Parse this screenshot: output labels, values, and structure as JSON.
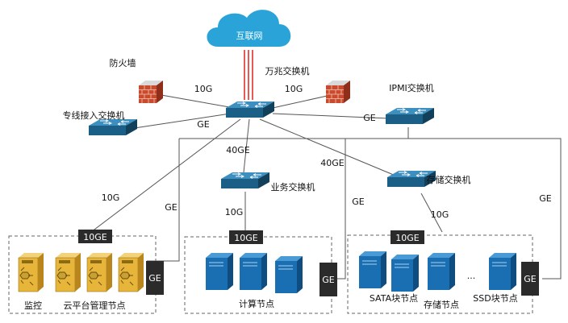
{
  "colors": {
    "cloud": "#2aa4d8",
    "switch": "#1c5f86",
    "server_blue": "#1a6fb3",
    "server_gold": "#e6b53a",
    "tag_dark": "#2b2b2b",
    "uplink_red": "#e0312b",
    "firewall": "#c94a2c"
  },
  "labels": {
    "internet": "互联网",
    "firewall": "防火墙",
    "core_switch": "万兆交换机",
    "dedicated_switch": "专线接入交换机",
    "ipmi_switch": "IPMI交换机",
    "biz_switch": "业务交换机",
    "storage_switch": "存储交换机",
    "monitor": "监控",
    "cloud_mgmt": "云平台管理节点",
    "compute": "计算节点",
    "sata": "SATA块节点",
    "storage_node": "存储节点",
    "ssd": "SSD块节点",
    "ellipsis": "..."
  },
  "links": {
    "fw_left": "10G",
    "fw_right": "10G",
    "dedicated_ge": "GE",
    "ipmi_ge": "GE",
    "core_to_biz": "40GE",
    "core_to_storage": "40GE",
    "left_10g": "10G",
    "left_ge": "GE",
    "biz_to_compute": "10G",
    "storage_ge": "GE",
    "storage_to_nodes": "10G",
    "right_ge": "GE"
  },
  "tags": {
    "mgmt_10ge": "10GE",
    "compute_10ge": "10GE",
    "storage_10ge": "10GE",
    "mgmt_ge": "GE",
    "compute_ge": "GE",
    "storage_ge": "GE"
  }
}
